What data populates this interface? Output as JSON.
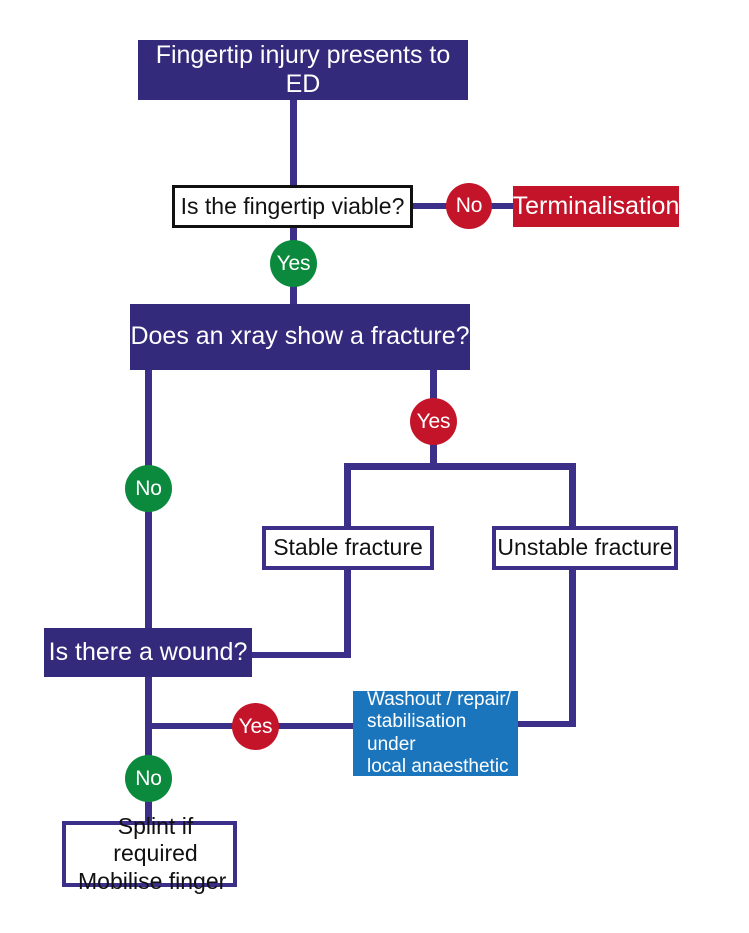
{
  "title": "Fingertip injury ED management flowchart",
  "colors": {
    "purple": "#332A7C",
    "line_purple": "#3B2F8A",
    "red": "#C31429",
    "green": "#0B8A3D",
    "blue": "#1B75BC",
    "white": "#FFFFFF",
    "black": "#111111"
  },
  "nodes": {
    "start": {
      "label": "Fingertip injury presents to ED",
      "style": "filled-purple"
    },
    "viable_question": {
      "label": "Is the fingertip viable?",
      "style": "outline-black"
    },
    "terminalisation": {
      "label": "Terminalisation",
      "style": "filled-red"
    },
    "xray_question": {
      "label": "Does an xray show a fracture?",
      "style": "filled-purple"
    },
    "stable_fracture": {
      "label": "Stable fracture",
      "style": "outline-purple"
    },
    "unstable_fracture": {
      "label": "Unstable fracture",
      "style": "outline-purple"
    },
    "wound_question": {
      "label": "Is there a wound?",
      "style": "filled-purple"
    },
    "washout": {
      "label": "Washout / repair/ stabilisation under local anaesthetic",
      "line1": "Washout / repair/",
      "line2": "stabilisation under",
      "line3": "local anaesthetic",
      "style": "filled-blue"
    },
    "splint": {
      "label": "Splint if required Mobilise finger",
      "line1": "Splint if required",
      "line2": "Mobilise finger",
      "style": "outline-purple"
    }
  },
  "badges": {
    "viable_no": {
      "label": "No",
      "color": "red"
    },
    "viable_yes": {
      "label": "Yes",
      "color": "green"
    },
    "xray_yes": {
      "label": "Yes",
      "color": "red"
    },
    "xray_no": {
      "label": "No",
      "color": "green"
    },
    "wound_yes": {
      "label": "Yes",
      "color": "red"
    },
    "wound_no": {
      "label": "No",
      "color": "green"
    }
  },
  "flow": {
    "edges": [
      {
        "from": "start",
        "to": "viable_question",
        "label": ""
      },
      {
        "from": "viable_question",
        "to": "terminalisation",
        "label": "No"
      },
      {
        "from": "viable_question",
        "to": "xray_question",
        "label": "Yes"
      },
      {
        "from": "xray_question",
        "to": "stable_fracture",
        "label": "Yes"
      },
      {
        "from": "xray_question",
        "to": "unstable_fracture",
        "label": "Yes"
      },
      {
        "from": "xray_question",
        "to": "wound_question",
        "label": "No"
      },
      {
        "from": "stable_fracture",
        "to": "wound_question",
        "label": ""
      },
      {
        "from": "unstable_fracture",
        "to": "washout",
        "label": ""
      },
      {
        "from": "wound_question",
        "to": "washout",
        "label": "Yes"
      },
      {
        "from": "wound_question",
        "to": "splint",
        "label": "No"
      }
    ]
  }
}
